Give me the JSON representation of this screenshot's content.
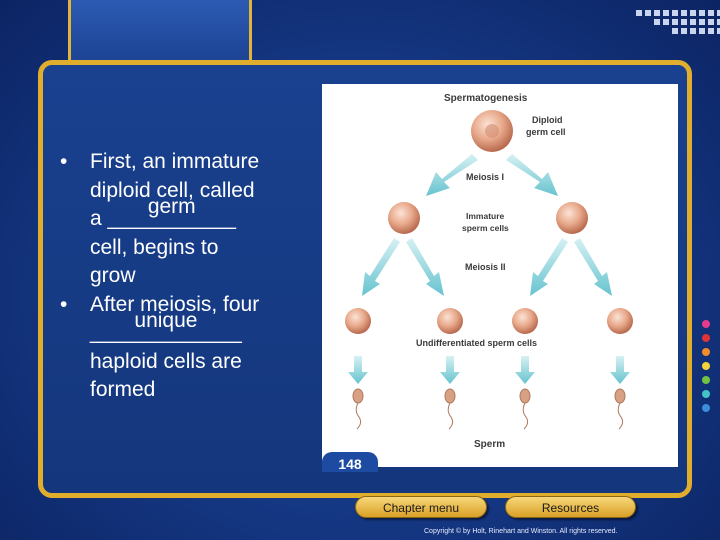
{
  "slide": {
    "bullets": [
      {
        "lines": [
          "First, an immature",
          "diploid cell, called"
        ],
        "blank_prefix": "a ",
        "blank_underscores": "___________",
        "blank_answer": "germ",
        "after_lines": [
          "cell, begins to",
          "grow"
        ]
      },
      {
        "lines": [
          "After meiosis, four"
        ],
        "blank_prefix": "",
        "blank_underscores": "_____________",
        "blank_answer": "unique",
        "after_lines": [
          "haploid cells are",
          "formed"
        ]
      }
    ],
    "bullet_symbol": "•"
  },
  "figure": {
    "title": "Spermatogenesis",
    "labels": {
      "diploid_1": "Diploid",
      "diploid_2": "germ cell",
      "meiosis1": "Meiosis I",
      "immature_1": "Immature",
      "immature_2": "sperm cells",
      "meiosis2": "Meiosis II",
      "undiff": "Undifferentiated sperm cells",
      "sperm": "Sperm"
    },
    "page_number": "148"
  },
  "buttons": {
    "chapter_menu": "Chapter menu",
    "resources": "Resources"
  },
  "footer": {
    "copyright": "Copyright © by Holt, Rinehart and Winston. All rights reserved."
  },
  "colors": {
    "background": "#163a88",
    "frame_gold": "#e0ae2c",
    "cell_fill": "#e8a88a",
    "arrow": "#7fd0d8"
  }
}
